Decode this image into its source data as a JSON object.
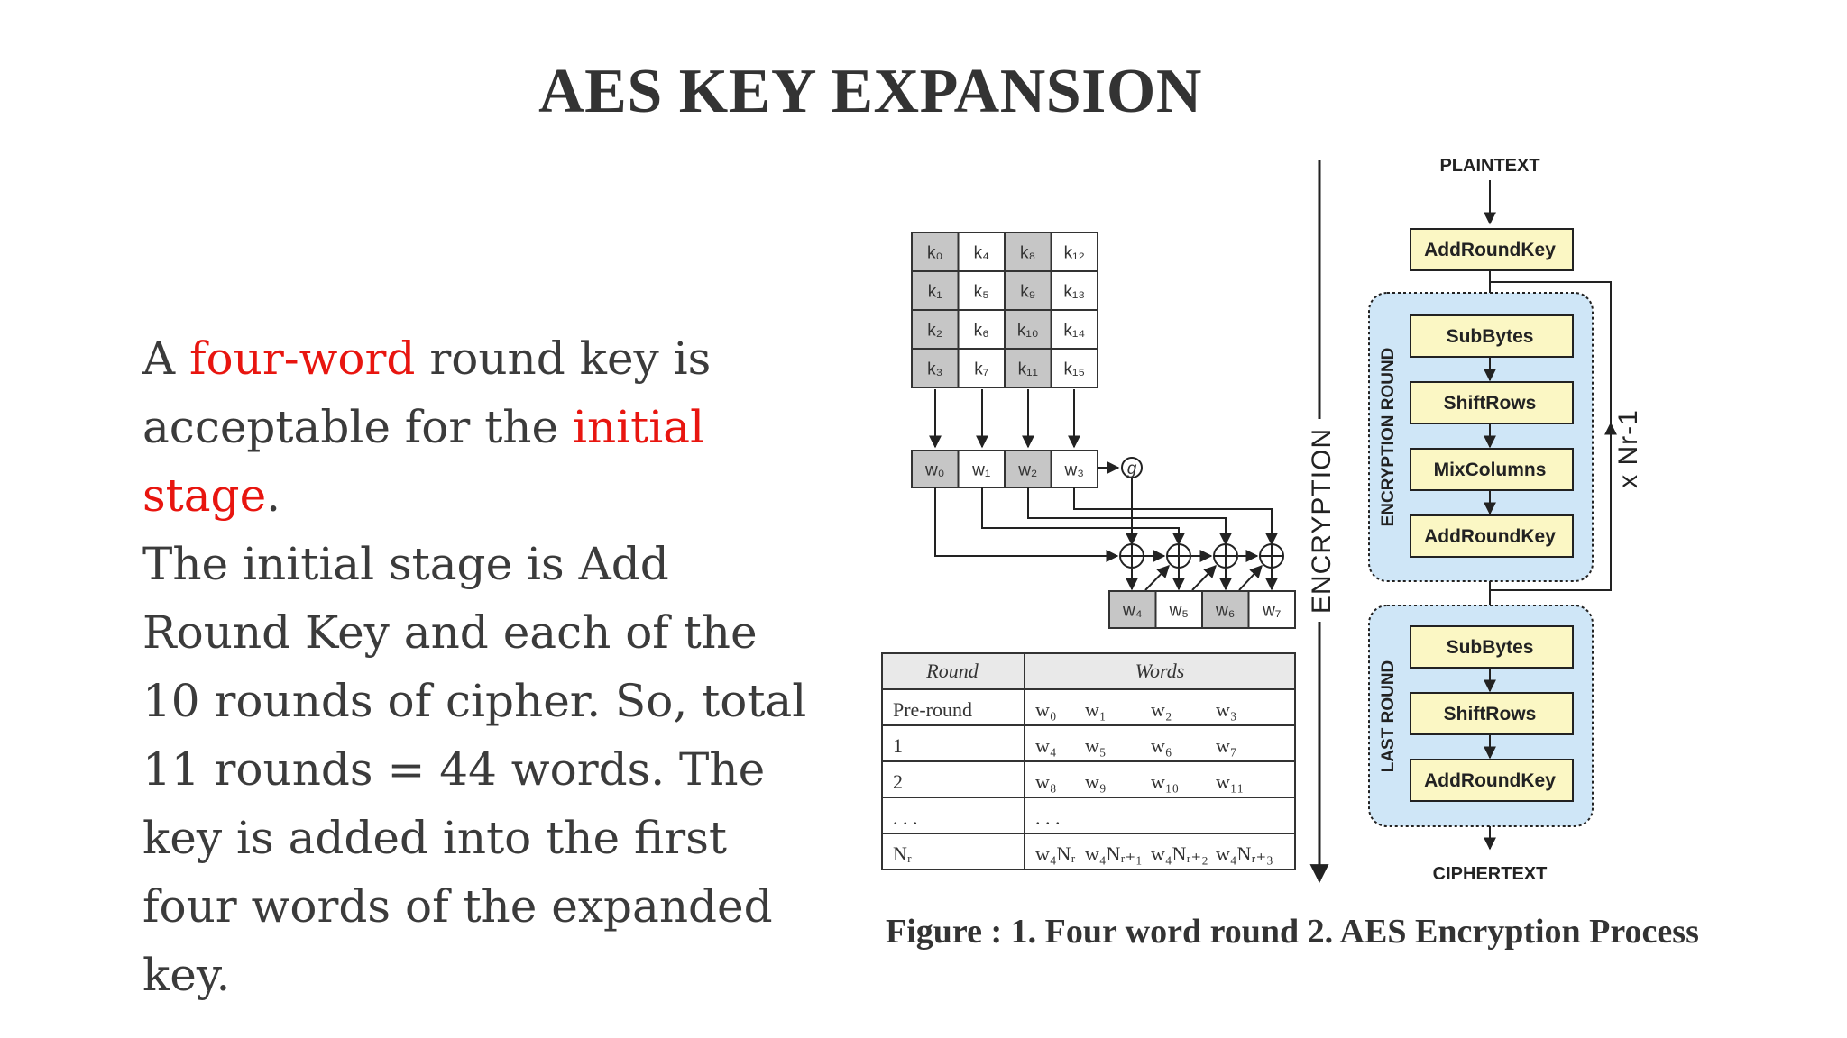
{
  "slide": {
    "title": "AES KEY EXPANSION",
    "body": {
      "p1_a": "A ",
      "p1_red1": "four-word",
      "p1_b": " round key is acceptable for the ",
      "p1_red2": "initial stage",
      "p1_c": ".",
      "p2": "The initial stage is Add Round Key and each of the 10 rounds of cipher. So, total 11 rounds = 44 words. The key is added into the first four words of the expanded key."
    },
    "caption": "Figure :  1. Four word round 2. AES Encryption Process"
  },
  "key_expansion": {
    "key_matrix": [
      [
        "k₀",
        "k₄",
        "k₈",
        "k₁₂"
      ],
      [
        "k₁",
        "k₅",
        "k₉",
        "k₁₃"
      ],
      [
        "k₂",
        "k₆",
        "k₁₀",
        "k₁₄"
      ],
      [
        "k₃",
        "k₇",
        "k₁₁",
        "k₁₅"
      ]
    ],
    "words_first": [
      "w₀",
      "w₁",
      "w₂",
      "w₃"
    ],
    "g_label": "g",
    "words_next": [
      "w₄",
      "w₅",
      "w₆",
      "w₇"
    ],
    "table": {
      "headers": [
        "Round",
        "Words"
      ],
      "rows": [
        {
          "round": "Pre-round",
          "words": [
            "w₀",
            "w₁",
            "w₂",
            "w₃"
          ]
        },
        {
          "round": "1",
          "words": [
            "w₄",
            "w₅",
            "w₆",
            "w₇"
          ]
        },
        {
          "round": "2",
          "words": [
            "w₈",
            "w₉",
            "w₁₀",
            "w₁₁"
          ]
        },
        {
          "round": ". . .",
          "words": [
            ". . .",
            "",
            "",
            ""
          ]
        },
        {
          "round": "Nᵣ",
          "words": [
            "w₄Nᵣ",
            "w₄Nᵣ₊₁",
            "w₄Nᵣ₊₂",
            "w₄Nᵣ₊₃"
          ]
        }
      ]
    }
  },
  "encryption": {
    "axis_label": "ENCRYPTION",
    "plaintext": "PLAINTEXT",
    "initial_step": "AddRoundKey",
    "round_label": "ENCRYPTION ROUND",
    "round_steps": [
      "SubBytes",
      "ShiftRows",
      "MixColumns",
      "AddRoundKey"
    ],
    "repeat_label": "x Nr-1",
    "last_round_label": "LAST ROUND",
    "last_steps": [
      "SubBytes",
      "ShiftRows",
      "AddRoundKey"
    ],
    "ciphertext": "CIPHERTEXT"
  },
  "colors": {
    "red_highlight": "#e8150f",
    "round_fill": "#cfe6f7",
    "step_fill": "#fbf7c4",
    "gray_cell": "#c6c6c6"
  }
}
